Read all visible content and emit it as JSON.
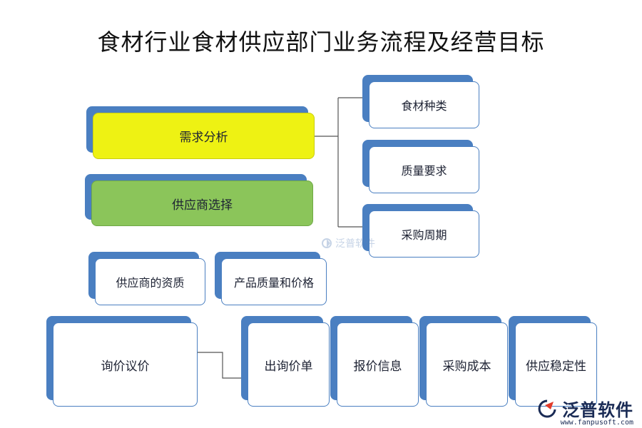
{
  "title": "食材行业食材供应部门业务流程及经营目标",
  "nodes": {
    "demand_analysis": "需求分析",
    "supplier_selection": "供应商选择",
    "food_types": "食材种类",
    "quality_requirements": "质量要求",
    "purchase_cycle": "采购周期",
    "supplier_qualification": "供应商的资质",
    "product_quality_price": "产品质量和价格",
    "inquiry_negotiation": "询价议价",
    "issue_inquiry": "出询价单",
    "quotation_info": "报价信息",
    "purchase_cost": "采购成本",
    "supply_stability": "供应稳定性"
  },
  "watermark": {
    "text": "泛普软件"
  },
  "logo": {
    "brand": "泛普软件",
    "site": "www.fanpusoft.com"
  },
  "colors": {
    "accent": "#4a7fc1",
    "yellow": "#eef213",
    "green": "#8bc55a"
  }
}
